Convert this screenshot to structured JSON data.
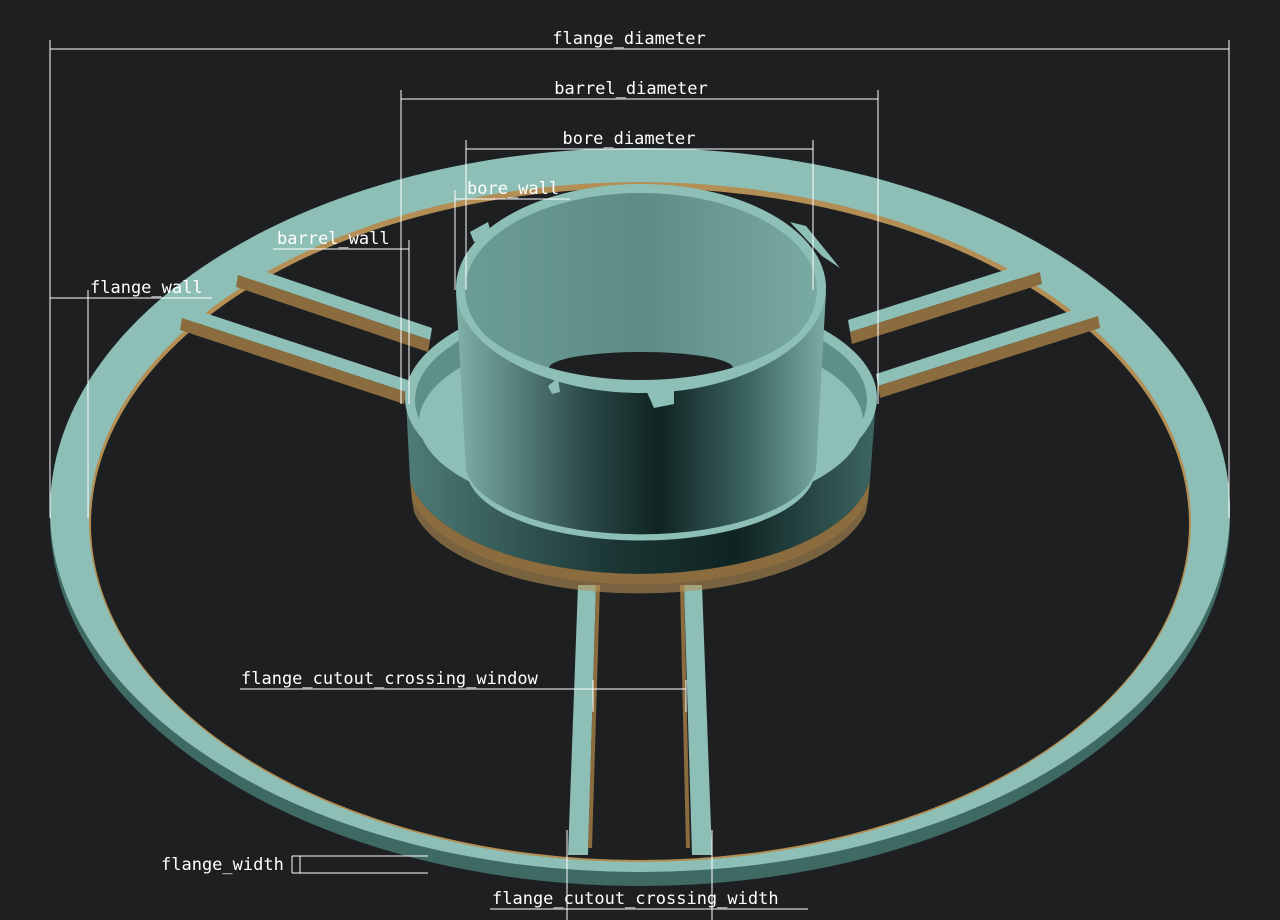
{
  "colors": {
    "background": "#1e1f21",
    "top_face": "#8dbfb6",
    "underside": "#b48f55",
    "side_dark": "#123030",
    "annotation": "#ffffff"
  },
  "labels": {
    "flange_diameter": "flange_diameter",
    "barrel_diameter": "barrel_diameter",
    "bore_diameter": "bore_diameter",
    "bore_wall": "bore_wall",
    "barrel_wall": "barrel_wall",
    "flange_wall": "flange_wall",
    "flange_cutout_crossing_window": "flange_cutout_crossing_window",
    "flange_width": "flange_width",
    "flange_cutout_crossing_width": "flange_cutout_crossing_width"
  }
}
